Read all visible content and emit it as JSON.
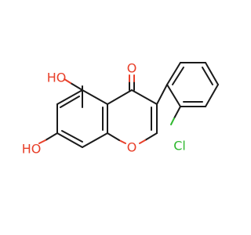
{
  "molecule": {
    "atom_labels": {
      "ho_top": "HO",
      "ho_bottom": "HO",
      "carbonyl_o": "O",
      "ring_o": "O",
      "chlorine": "Cl"
    },
    "colors": {
      "bond": "#1a1a1a",
      "oxygen": "#e8402a",
      "chlorine": "#2fb82f",
      "background": "#ffffff"
    }
  }
}
